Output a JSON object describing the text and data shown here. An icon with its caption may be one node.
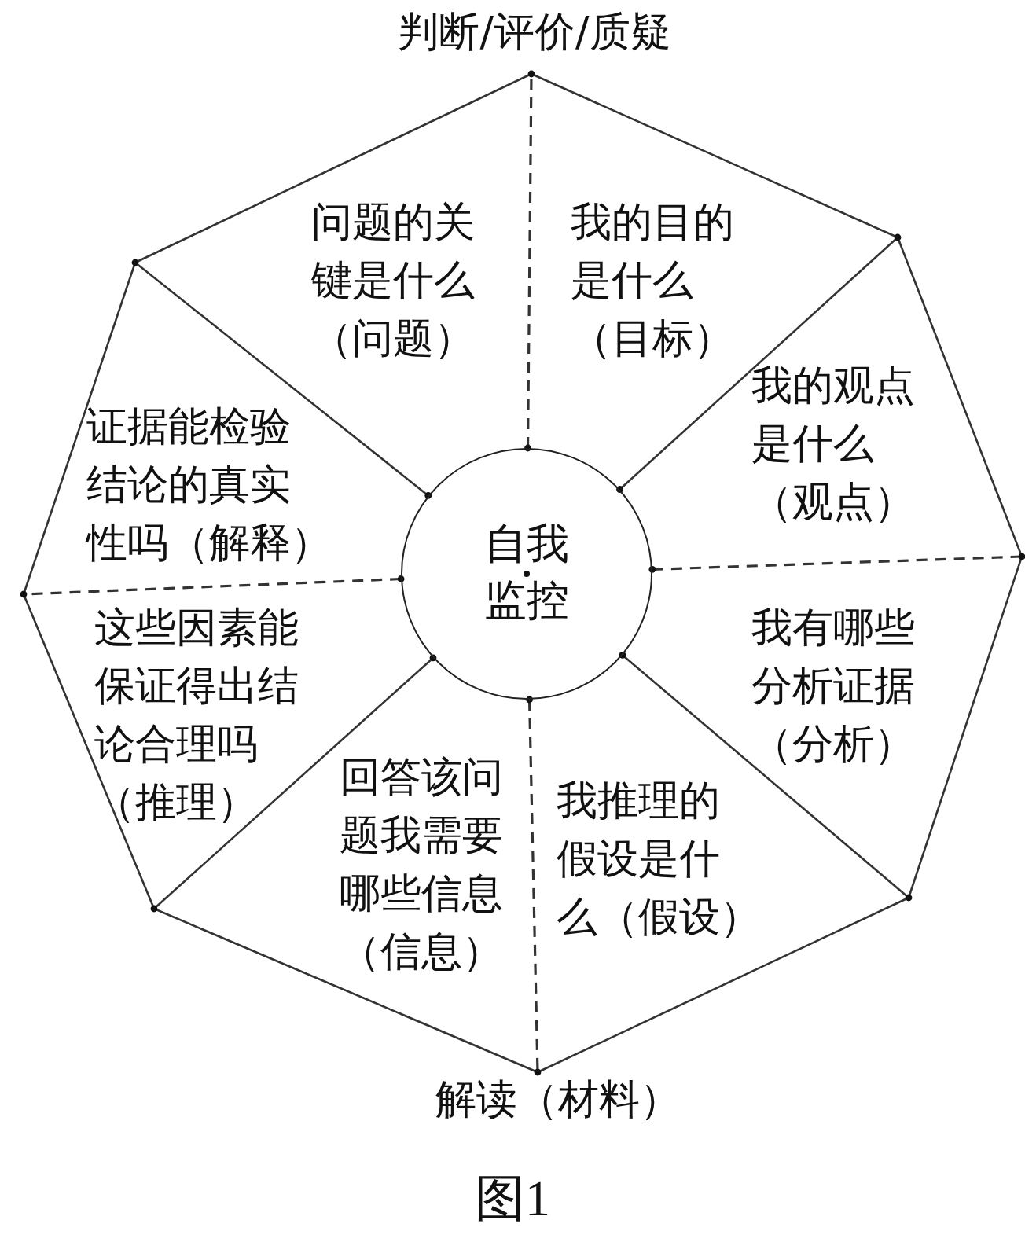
{
  "diagram": {
    "title": "判断/评价/质疑",
    "caption": "图1",
    "nodes": [
      {
        "text": [
          "自我监控"
        ]
      },
      {
        "text": [
          "问题的关键是什么（问题）"
        ]
      },
      {
        "text": [
          "我的目的是什么（目标）"
        ]
      },
      {
        "text": [
          "我的观点是什么（观点）"
        ]
      },
      {
        "text": [
          "我有哪些分析证据（分析）"
        ]
      },
      {
        "text": [
          "我推理的假设是什么（假设）"
        ]
      },
      {
        "text": [
          "回答该问题我需要哪些信息（信息）"
        ]
      },
      {
        "text": [
          "这些因素能保证得出结论合理吗（推理）"
        ]
      },
      {
        "text": [
          "证据能检验结论的真实性吗（解释）"
        ]
      }
    ],
    "labels": [
      "解读（材料）"
    ]
  }
}
